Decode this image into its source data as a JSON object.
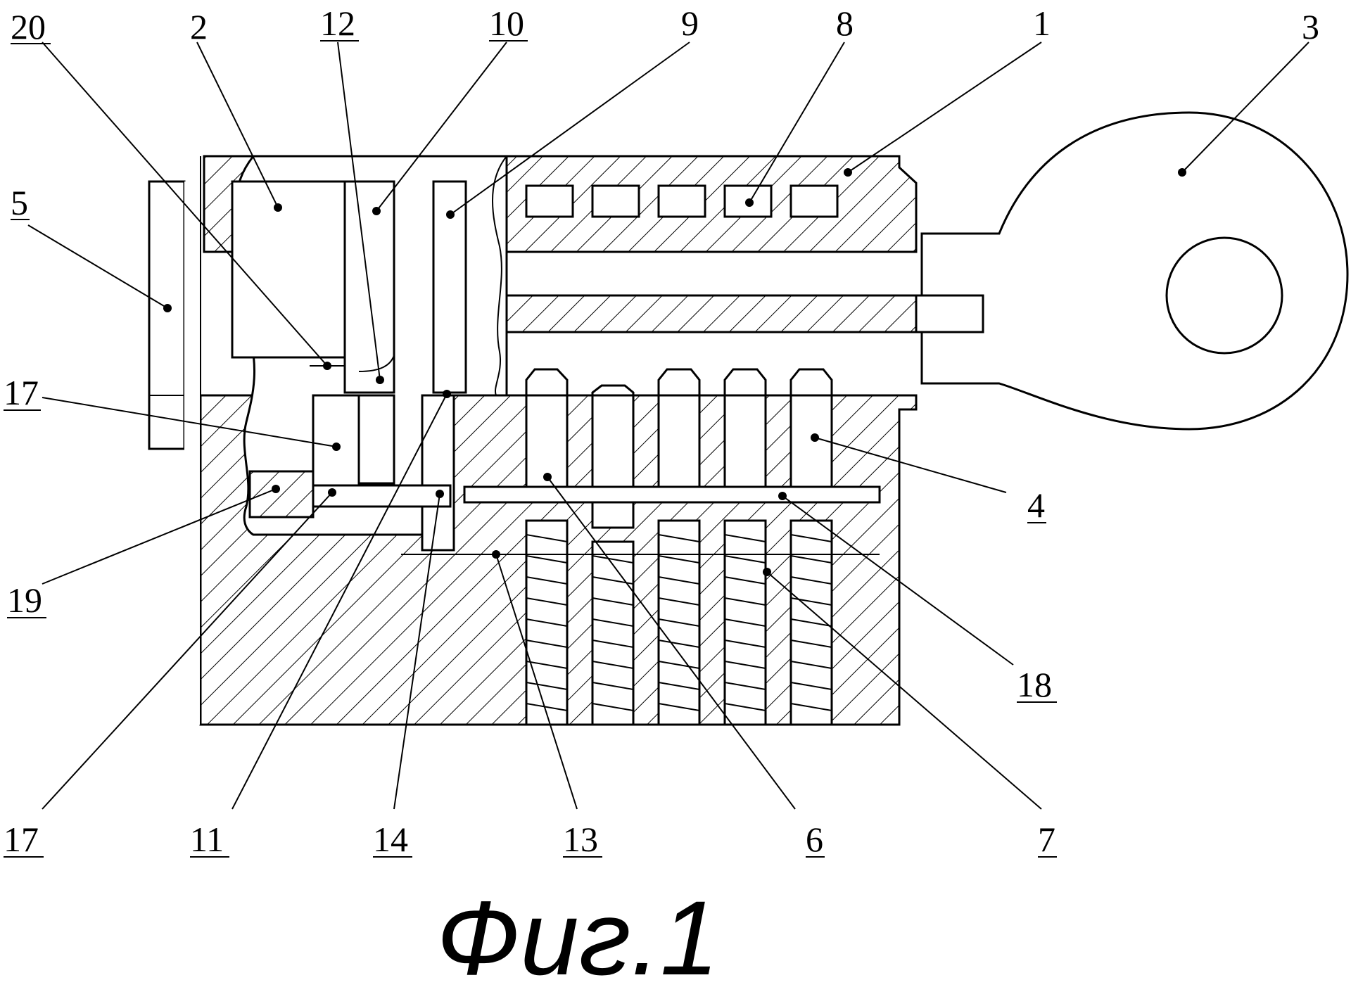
{
  "figure": {
    "caption": "Фиг.1",
    "callouts": [
      {
        "id": "c20",
        "label": "20"
      },
      {
        "id": "c2",
        "label": "2"
      },
      {
        "id": "c12",
        "label": "12"
      },
      {
        "id": "c10",
        "label": "10"
      },
      {
        "id": "c9",
        "label": "9"
      },
      {
        "id": "c8",
        "label": "8"
      },
      {
        "id": "c1",
        "label": "1"
      },
      {
        "id": "c3",
        "label": "3"
      },
      {
        "id": "c5",
        "label": "5"
      },
      {
        "id": "c17a",
        "label": "17"
      },
      {
        "id": "c4",
        "label": "4"
      },
      {
        "id": "c19",
        "label": "19"
      },
      {
        "id": "c18",
        "label": "18"
      },
      {
        "id": "c17b",
        "label": "17"
      },
      {
        "id": "c11",
        "label": "11"
      },
      {
        "id": "c14",
        "label": "14"
      },
      {
        "id": "c13",
        "label": "13"
      },
      {
        "id": "c6",
        "label": "6"
      },
      {
        "id": "c7",
        "label": "7"
      }
    ]
  }
}
